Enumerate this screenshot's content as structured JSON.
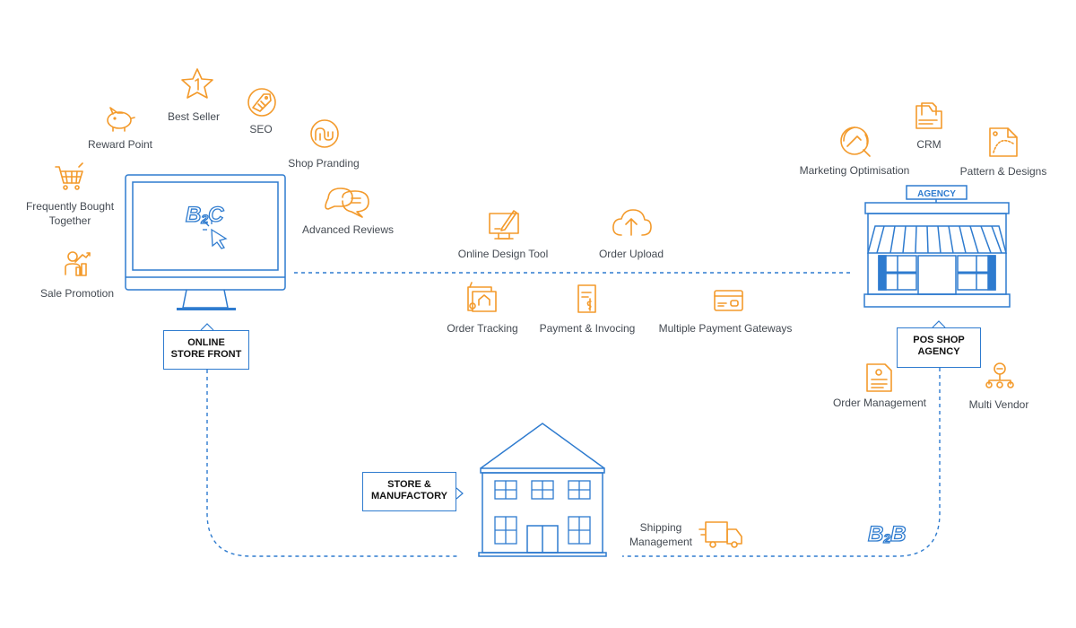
{
  "colors": {
    "orange": "#f39a2b",
    "blue": "#2e7bcf",
    "text": "#444a52"
  },
  "b2c": {
    "text": "B2C",
    "main": "B",
    "sub": "2",
    "tail": "C"
  },
  "b2b": {
    "text": "B2B",
    "main": "B",
    "sub": "2",
    "tail": "B"
  },
  "agency_sign": "AGENCY",
  "features_left": [
    {
      "icon": "piggy-bank-icon",
      "label": "Reward Point"
    },
    {
      "icon": "star-1-icon",
      "label": "Best Seller"
    },
    {
      "icon": "tag-icon",
      "label": "SEO"
    },
    {
      "icon": "stumbleupon-icon",
      "label": "Shop Pranding"
    },
    {
      "icon": "chat-bubbles-icon",
      "label": "Advanced Reviews"
    },
    {
      "icon": "cart-icon",
      "label": "Frequently Bought Together"
    },
    {
      "icon": "promotion-icon",
      "label": "Sale Promotion"
    }
  ],
  "features_center": [
    {
      "icon": "monitor-pen-icon",
      "label": "Online Design Tool"
    },
    {
      "icon": "cloud-upload-icon",
      "label": "Order Upload"
    },
    {
      "icon": "order-tracking-icon",
      "label": "Order Tracking"
    },
    {
      "icon": "invoice-icon",
      "label": "Payment & Invocing"
    },
    {
      "icon": "credit-card-icon",
      "label": "Multiple Payment Gateways"
    }
  ],
  "features_right": [
    {
      "icon": "marketing-gauge-icon",
      "label": "Marketing Optimisation"
    },
    {
      "icon": "folder-docs-icon",
      "label": "CRM"
    },
    {
      "icon": "pattern-icon",
      "label": "Pattern & Designs"
    },
    {
      "icon": "order-doc-icon",
      "label": "Order Management"
    },
    {
      "icon": "vendor-group-icon",
      "label": "Multi Vendor"
    }
  ],
  "shipping": {
    "icon": "truck-icon",
    "label_line1": "Shipping",
    "label_line2": "Management"
  },
  "boxes": {
    "online_store_line1": "ONLINE",
    "online_store_line2": "STORE FRONT",
    "pos_line1": "POS SHOP",
    "pos_line2": "AGENCY",
    "store_line1": "STORE &",
    "store_line2": "MANUFACTORY"
  }
}
